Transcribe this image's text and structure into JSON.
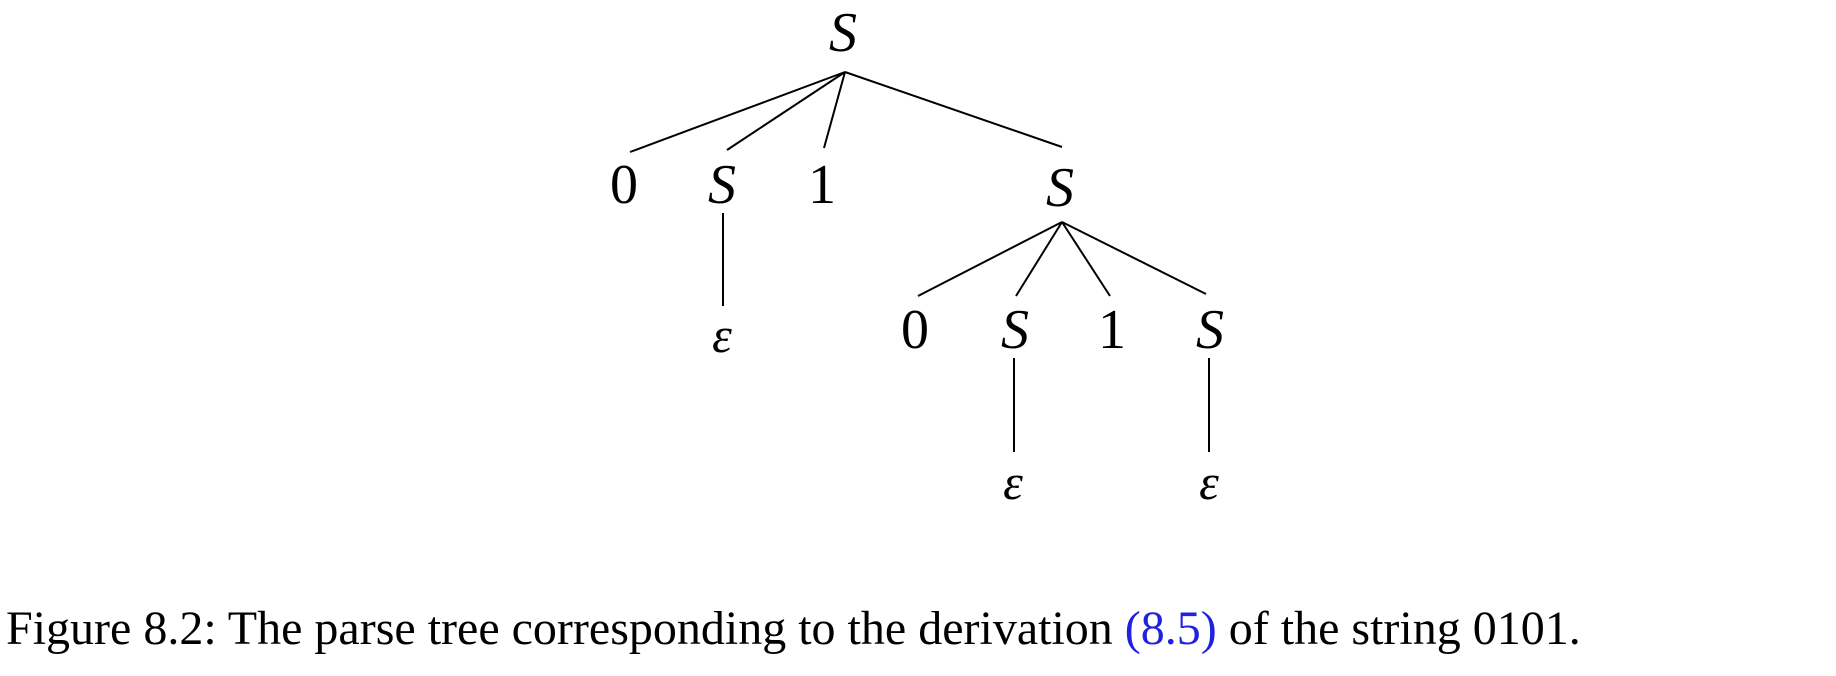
{
  "caption": {
    "prefix": "Figure 8.2: The parse tree corresponding to the derivation ",
    "link": "(8.5)",
    "suffix": " of the string 0101."
  },
  "colors": {
    "ink": "#000000",
    "link_blue": "#2222dd",
    "background": "#ffffff"
  },
  "tree": {
    "root": "S",
    "level1": {
      "c1": "0",
      "c2": "S",
      "c3": "1",
      "c4": "S"
    },
    "level2": {
      "eps": "ε",
      "c1": "0",
      "c2": "S",
      "c3": "1",
      "c4": "S"
    },
    "level3": {
      "eps1": "ε",
      "eps2": "ε"
    }
  }
}
